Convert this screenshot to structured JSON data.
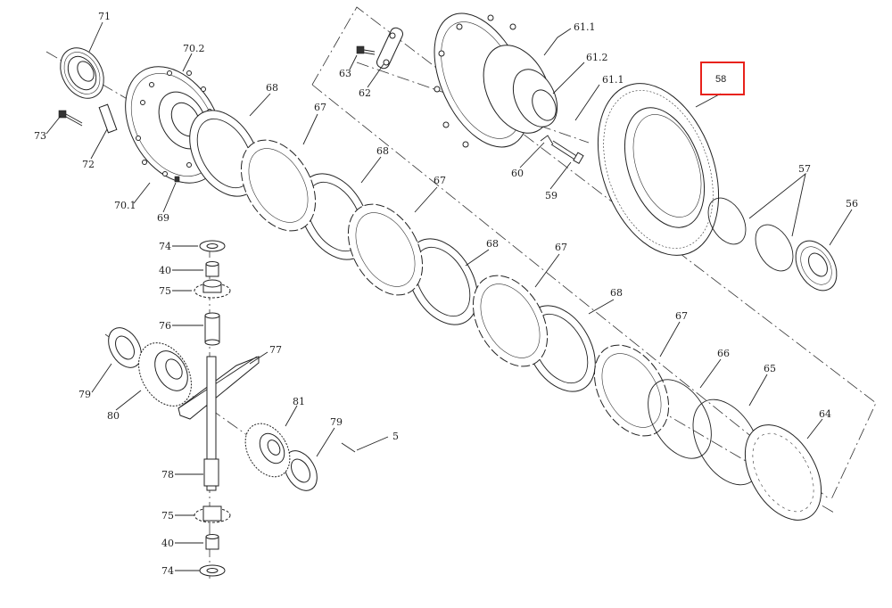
{
  "labels": {
    "l71": "71",
    "l70_2": "70.2",
    "l73": "73",
    "l72": "72",
    "l70_1": "70.1",
    "l69": "69",
    "l68a": "68",
    "l67a": "67",
    "l68b": "68",
    "l67b": "67",
    "l68c": "68",
    "l67c": "67",
    "l68d": "68",
    "l67d": "67",
    "l66": "66",
    "l65": "65",
    "l64": "64",
    "l63": "63",
    "l62": "62",
    "l61_1a": "61.1",
    "l61_2": "61.2",
    "l61_1b": "61.1",
    "l60": "60",
    "l59": "59",
    "l58": "58",
    "l57": "57",
    "l56": "56",
    "l74a": "74",
    "l40a": "40",
    "l75a": "75",
    "l76": "76",
    "l77": "77",
    "l79a": "79",
    "l80": "80",
    "l81": "81",
    "l79b": "79",
    "l5": "5",
    "l78": "78",
    "l75b": "75",
    "l40b": "40",
    "l74b": "74"
  },
  "highlight": {
    "part": "58",
    "color": "#e8221b"
  }
}
